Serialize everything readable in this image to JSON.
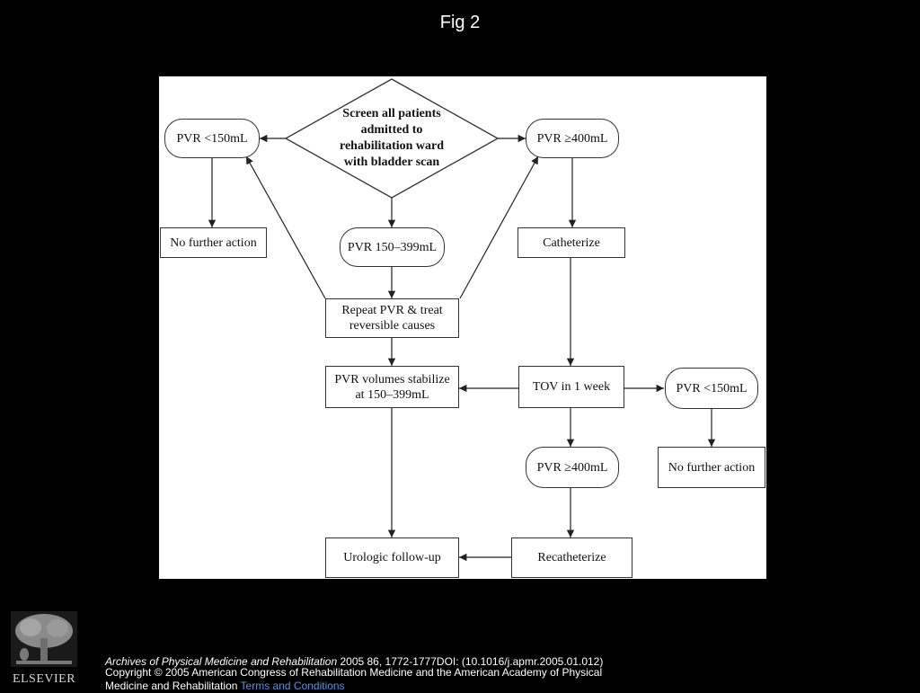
{
  "slide": {
    "title": "Fig 2"
  },
  "flowchart": {
    "screen": [
      "Screen all patients",
      "admitted to",
      "rehabilitation ward",
      "with bladder scan"
    ],
    "pvr_low_top": "PVR <150mL",
    "pvr_high_top": "PVR ≥400mL",
    "no_action_left": "No further action",
    "pvr_mid": "PVR 150–399mL",
    "catheterize": "Catheterize",
    "repeat_pvr": [
      "Repeat PVR & treat",
      "reversible causes"
    ],
    "stabilize": [
      "PVR volumes stabilize",
      "at 150–399mL"
    ],
    "tov": "TOV in 1 week",
    "pvr_low_right": "PVR <150mL",
    "pvr_high_bottom": "PVR ≥400mL",
    "no_action_right": "No further action",
    "urologic": "Urologic follow-up",
    "recatheterize": "Recatheterize"
  },
  "footer": {
    "publisher_logo_text": "ELSEVIER",
    "journal": "Archives of Physical Medicine and Rehabilitation",
    "citation_details": " 2005 86, 1772-1777DOI: (10.1016/j.apmr.2005.01.012)",
    "copyright": "Copyright © 2005 American Congress of Rehabilitation Medicine and the American Academy of Physical Medicine and Rehabilitation ",
    "terms_link": "Terms and Conditions"
  }
}
